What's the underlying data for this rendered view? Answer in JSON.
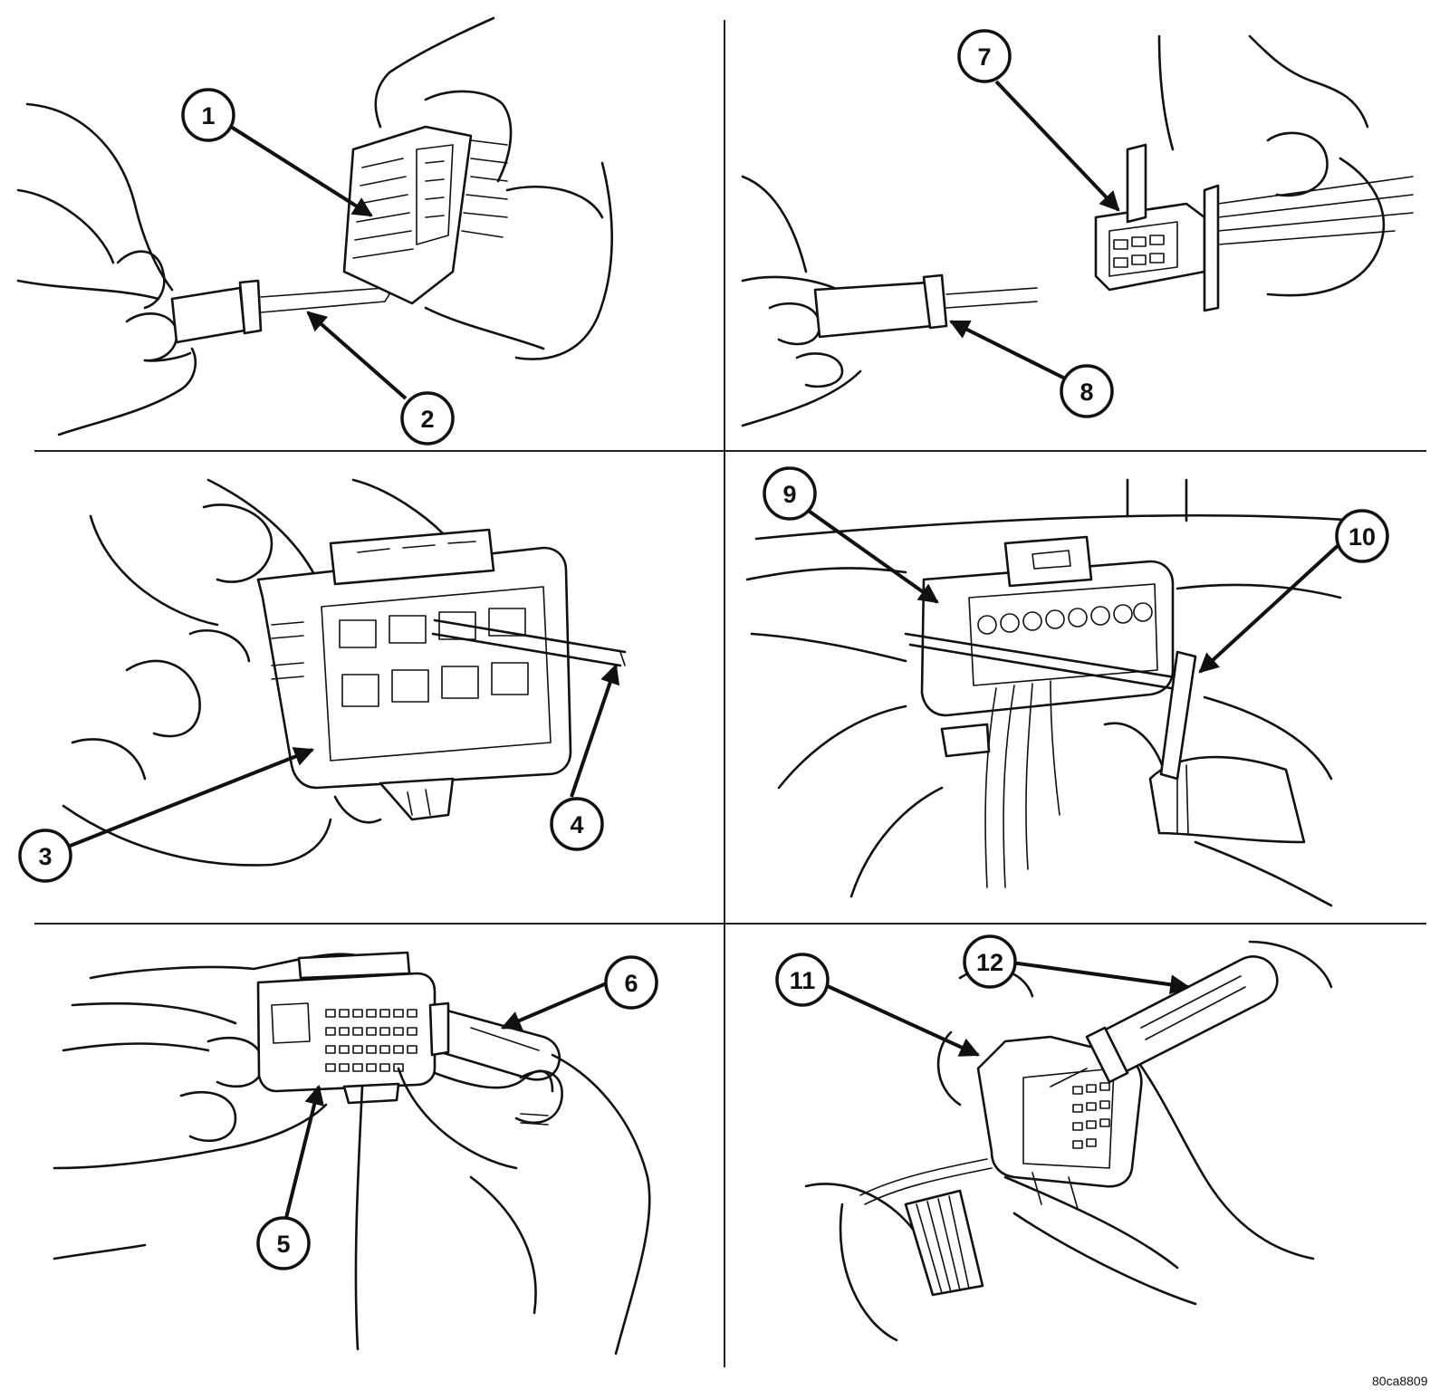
{
  "callouts": [
    "1",
    "2",
    "3",
    "4",
    "5",
    "6",
    "7",
    "8",
    "9",
    "10",
    "11",
    "12"
  ],
  "figure_code": "80ca8809"
}
